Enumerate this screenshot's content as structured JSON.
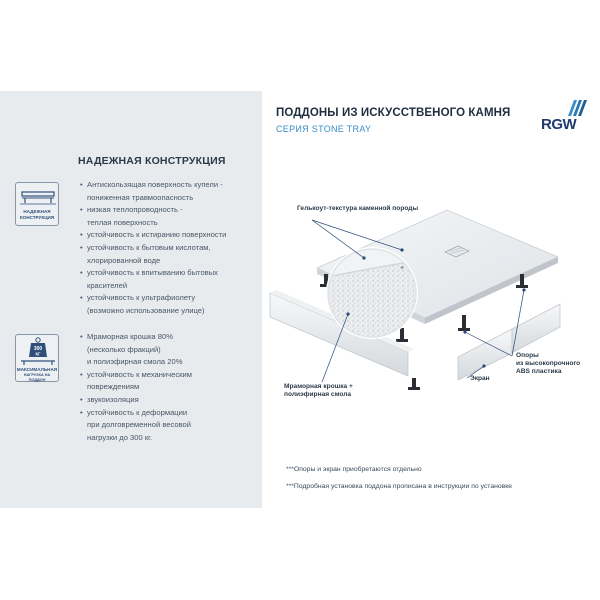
{
  "header": {
    "title": "ПОДДОНЫ ИЗ ИСКУССТВЕНОГО КАМНЯ",
    "subtitle": "СЕРИЯ STONE TRAY",
    "brand": "RGW"
  },
  "sidebar": {
    "title": "НАДЕЖНАЯ КОНСТРУКЦИЯ",
    "badge_1": [
      "НАДЕЖНАЯ",
      "КОНСТРУКЦИЯ"
    ],
    "badge_2_weight": [
      "300",
      "КГ"
    ],
    "badge_2": [
      "МАКСИМАЛЬНАЯ",
      "НАГРУЗКА НА ПОДДОН"
    ],
    "list_1": [
      [
        "Антискользящая поверхность купели -",
        "пониженная травмоопасность"
      ],
      [
        "низкая теплопроводность -",
        "теплая поверхность"
      ],
      [
        "устойчивость к истиранию поверхности"
      ],
      [
        "устойчивость к бытовым кислотам,",
        "хлорированной воде"
      ],
      [
        "устойчивость к впитыванию бытовых",
        "красителей"
      ],
      [
        "устойчивость к ультрафиолету",
        "(возможно использование улице)"
      ]
    ],
    "list_2": [
      [
        "Мраморная крошка 80%",
        "(несколько фракций)",
        "и полиэфирная смола 20%"
      ],
      [
        "устойчивость к механическим",
        "повреждениям"
      ],
      [
        "звукоизоляция"
      ],
      [
        "устойчивость к деформации",
        "при долговременной весовой",
        "нагрузки до 300 кг."
      ]
    ]
  },
  "diagram": {
    "label_gelcoat": "Гелькоут-текстура каменной породы",
    "label_marble": [
      "Мраморная крошка +",
      "полиэфирная смола"
    ],
    "label_supports": [
      "Опоры",
      "из высокопрочного",
      "ABS пластика"
    ],
    "label_screen": "Экран"
  },
  "notes": [
    "***Опоры и экран приобретаются отдельно",
    "***Подробная установка поддона прописана в инструкции по установке"
  ],
  "colors": {
    "panel": "#e7ebee",
    "accent": "#3a8fc8",
    "brand": "#1f3c6e"
  }
}
